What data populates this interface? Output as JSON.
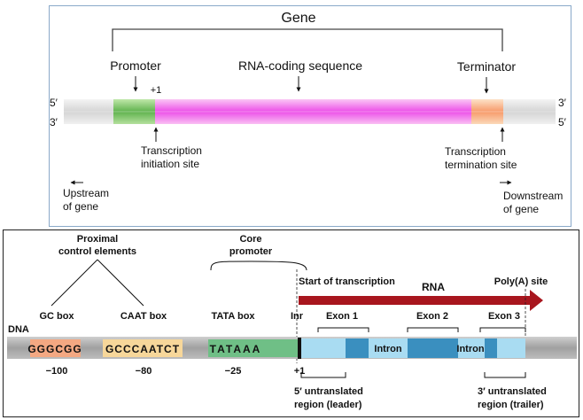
{
  "top": {
    "gene_label": "Gene",
    "promoter_label": "Promoter",
    "plus_one": "+1",
    "coding_label": "RNA-coding sequence",
    "terminator_label": "Terminator",
    "five_prime_left": "5′",
    "three_prime_left": "3′",
    "three_prime_right": "3′",
    "five_prime_right": "5′",
    "initiation_site": [
      "Transcription",
      "initiation site"
    ],
    "termination_site": [
      "Transcription",
      "termination site"
    ],
    "upstream": [
      "Upstream",
      "of gene"
    ],
    "downstream": [
      "Downstream",
      "of gene"
    ],
    "colors": {
      "promoter": "#6cbf5a",
      "coding": "#ee55ee",
      "terminator": "#f6b080",
      "dna": "#d9d9d9"
    }
  },
  "bottom": {
    "dna_label": "DNA",
    "proximal": [
      "Proximal",
      "control elements"
    ],
    "core_promoter": [
      "Core",
      "promoter"
    ],
    "gc_box": {
      "label": "GC box",
      "seq": "GGGCGG",
      "pos": "−100"
    },
    "caat_box": {
      "label": "CAAT box",
      "seq": "GCCCAATCT",
      "pos": "−80"
    },
    "tata_box": {
      "label": "TATA box",
      "seq": "TATAAA",
      "pos": "−25"
    },
    "inr_label": "Inr",
    "plus_one": "+1",
    "start_transcription": "Start of transcription",
    "rna_label": "RNA",
    "polya_label": "Poly(A) site",
    "exon1": "Exon 1",
    "exon2": "Exon 2",
    "exon3": "Exon 3",
    "intron1": "Intron",
    "intron2": "Intron",
    "utr5": [
      "5′ untranslated",
      "region (leader)"
    ],
    "utr3": [
      "3′ untranslated",
      "region (trailer)"
    ],
    "colors": {
      "gc": "#f4a882",
      "caat": "#f7d79a",
      "tata": "#6fbf86",
      "exon": "#a9dcf2",
      "intron": "#3a8fbf",
      "rna": "#a8161e",
      "dna": "#a7a7a7"
    }
  }
}
